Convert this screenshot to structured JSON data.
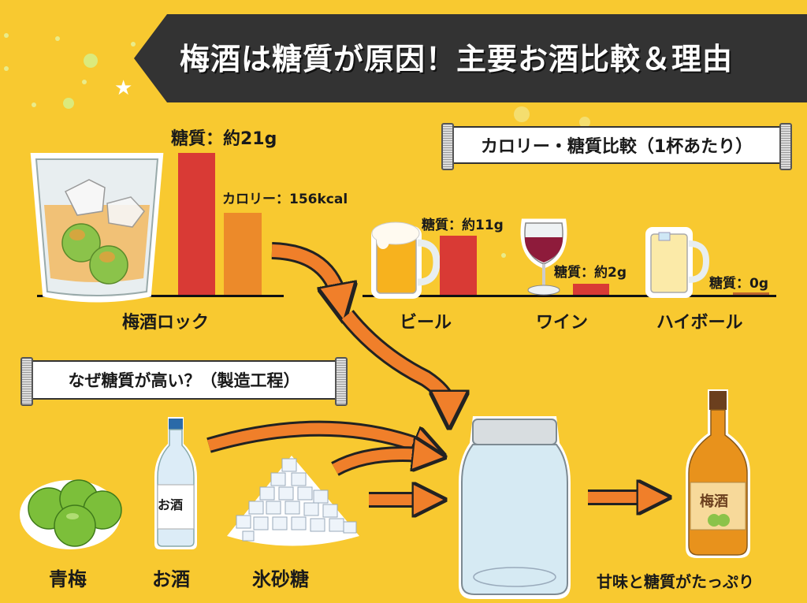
{
  "title": "梅酒は糖質が原因！主要お酒比較＆理由",
  "comparison_header": "カロリー・糖質比較（1杯あたり）",
  "process_header": "なぜ糖質が高い？（製造工程）",
  "umeshu_rock": {
    "label": "梅酒ロック",
    "sugar_label": "糖質：約21g",
    "calorie_label": "カロリー：156kcal"
  },
  "drinks": [
    {
      "label": "ビール",
      "sugar_label": "糖質：約11g"
    },
    {
      "label": "ワイン",
      "sugar_label": "糖質：約2g"
    },
    {
      "label": "ハイボール",
      "sugar_label": "糖質：0g"
    }
  ],
  "ingredients": [
    {
      "label": "青梅"
    },
    {
      "label": "お酒",
      "bottle_text": "お酒"
    },
    {
      "label": "氷砂糖"
    }
  ],
  "result": {
    "bottle_text": "梅酒",
    "caption": "甘味と糖質がたっぷり"
  },
  "colors": {
    "background": "#f8c930",
    "banner": "#333333",
    "sugar_bar": "#d93a35",
    "calorie_bar": "#ec8a2a",
    "arrow": "#f07f2a"
  },
  "chart_data": [
    {
      "type": "bar",
      "title": "梅酒ロック",
      "categories": [
        "糖質",
        "カロリー"
      ],
      "series": [
        {
          "name": "糖質 (g)",
          "values": [
            21
          ]
        },
        {
          "name": "カロリー (kcal)",
          "values": [
            156
          ]
        }
      ],
      "annotations": [
        "糖質：約21g",
        "カロリー：156kcal"
      ]
    },
    {
      "type": "bar",
      "title": "カロリー・糖質比較（1杯あたり）",
      "categories": [
        "ビール",
        "ワイン",
        "ハイボール"
      ],
      "series": [
        {
          "name": "糖質 (g)",
          "values": [
            11,
            2,
            0
          ]
        }
      ],
      "annotations": [
        "糖質：約11g",
        "糖質：約2g",
        "糖質：0g"
      ],
      "ylabel": "糖質",
      "grid": false
    }
  ]
}
